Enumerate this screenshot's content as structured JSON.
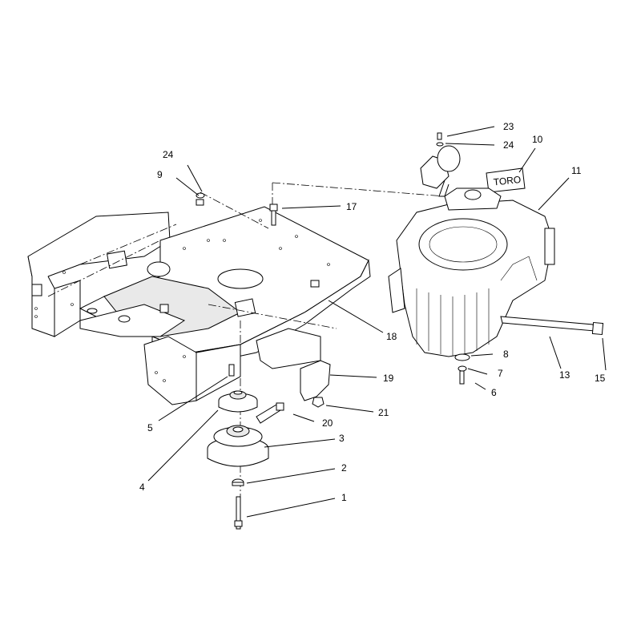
{
  "diagram": {
    "callouts": {
      "c1": "1",
      "c2": "2",
      "c3": "3",
      "c4": "4",
      "c5": "5",
      "c6": "6",
      "c7": "7",
      "c8": "8",
      "c9": "9",
      "c10": "10",
      "c11": "11",
      "c13": "13",
      "c15": "15",
      "c17": "17",
      "c18": "18",
      "c19": "19",
      "c20": "20",
      "c21": "21",
      "c23": "23",
      "c24a": "24",
      "c24b": "24"
    },
    "decal_text": "TORO"
  },
  "colors": {
    "ink": "#000000",
    "background": "#ffffff",
    "shade": "#e9e9e9"
  }
}
